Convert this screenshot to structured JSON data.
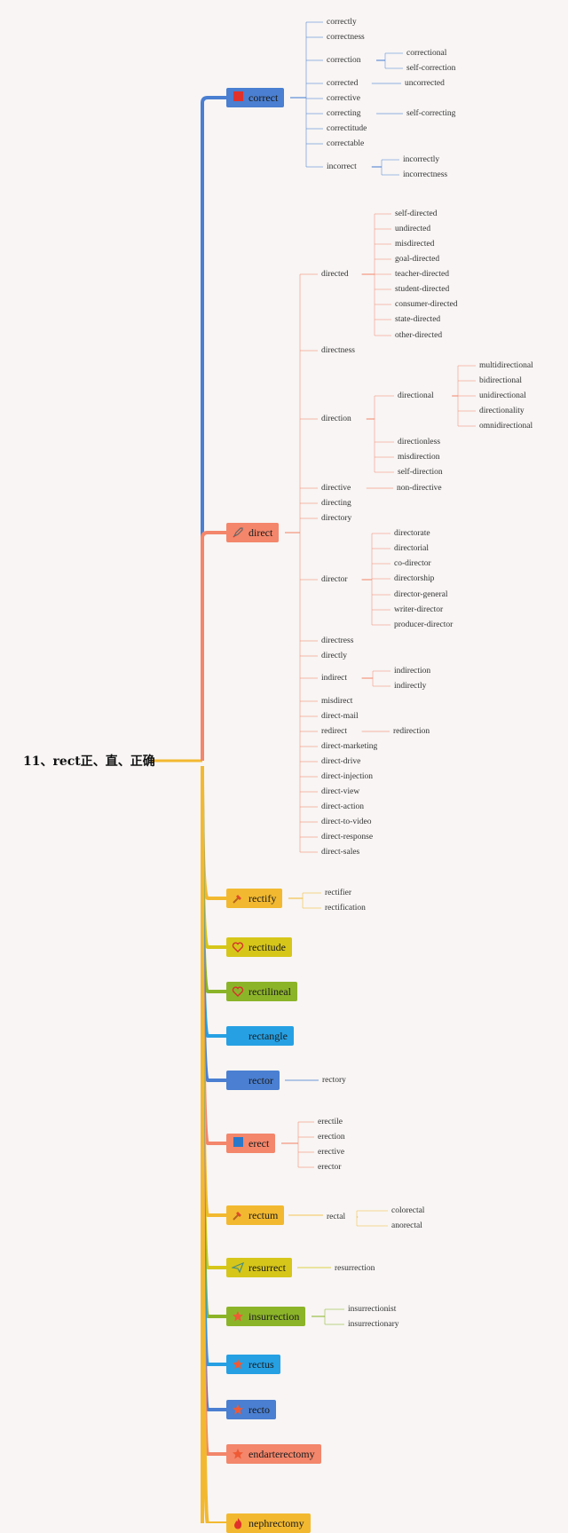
{
  "root": {
    "label": "11、rect正、直、正确"
  },
  "colors": {
    "trunk": "#f2b930",
    "c1": "#4a7fd1",
    "c2": "#f3866b",
    "c3": "#f2b930",
    "c4": "#d6c61a",
    "c5": "#8cb429",
    "c6": "#26a0e3"
  },
  "branches": [
    {
      "label": "correct",
      "color": "#4a7fd1",
      "icon": "square",
      "children": [
        {
          "label": "correctly"
        },
        {
          "label": "correctness"
        },
        {
          "label": "correction",
          "children": [
            {
              "label": "correctional"
            },
            {
              "label": "self-correction"
            }
          ]
        },
        {
          "label": "corrected",
          "children": [
            {
              "label": "uncorrected"
            }
          ]
        },
        {
          "label": "corrective"
        },
        {
          "label": "correcting",
          "children": [
            {
              "label": "self-correcting"
            }
          ]
        },
        {
          "label": "correctitude"
        },
        {
          "label": "correctable"
        },
        {
          "label": "incorrect",
          "children": [
            {
              "label": "incorrectly"
            },
            {
              "label": "incorrectness"
            }
          ]
        }
      ]
    },
    {
      "label": "direct",
      "color": "#f3866b",
      "icon": "rocket",
      "children": [
        {
          "label": "directed",
          "children": [
            {
              "label": "self-directed"
            },
            {
              "label": "undirected"
            },
            {
              "label": "misdirected"
            },
            {
              "label": "goal-directed"
            },
            {
              "label": "teacher-directed"
            },
            {
              "label": "student-directed"
            },
            {
              "label": "consumer-directed"
            },
            {
              "label": "state-directed"
            },
            {
              "label": "other-directed"
            }
          ]
        },
        {
          "label": "directness"
        },
        {
          "label": "direction",
          "children": [
            {
              "label": "directional",
              "children": [
                {
                  "label": "multidirectional"
                },
                {
                  "label": "bidirectional"
                },
                {
                  "label": "unidirectional"
                },
                {
                  "label": "directionality"
                },
                {
                  "label": "omnidirectional"
                }
              ]
            },
            {
              "label": "directionless"
            },
            {
              "label": "misdirection"
            },
            {
              "label": "self-direction"
            }
          ]
        },
        {
          "label": "directive",
          "children": [
            {
              "label": "non-directive"
            }
          ]
        },
        {
          "label": "directing"
        },
        {
          "label": "directory"
        },
        {
          "label": "director",
          "children": [
            {
              "label": "directorate"
            },
            {
              "label": "directorial"
            },
            {
              "label": "co-director"
            },
            {
              "label": "directorship"
            },
            {
              "label": "director-general"
            },
            {
              "label": "writer-director"
            },
            {
              "label": "producer-director"
            }
          ]
        },
        {
          "label": "directress"
        },
        {
          "label": "directly"
        },
        {
          "label": "indirect",
          "children": [
            {
              "label": "indirection"
            },
            {
              "label": "indirectly"
            }
          ]
        },
        {
          "label": "misdirect"
        },
        {
          "label": "direct-mail"
        },
        {
          "label": "redirect",
          "children": [
            {
              "label": "redirection"
            }
          ]
        },
        {
          "label": "direct-marketing"
        },
        {
          "label": "direct-drive"
        },
        {
          "label": "direct-injection"
        },
        {
          "label": "direct-view"
        },
        {
          "label": "direct-action"
        },
        {
          "label": "direct-to-video"
        },
        {
          "label": "direct-response"
        },
        {
          "label": "direct-sales"
        }
      ]
    },
    {
      "label": "rectify",
      "color": "#f2b930",
      "icon": "hammer",
      "children": [
        {
          "label": "rectifier"
        },
        {
          "label": "rectification"
        }
      ]
    },
    {
      "label": "rectitude",
      "color": "#d6c61a",
      "icon": "heart",
      "children": []
    },
    {
      "label": "rectilineal",
      "color": "#8cb429",
      "icon": "heart",
      "children": []
    },
    {
      "label": "rectangle",
      "color": "#26a0e3",
      "icon": "none",
      "children": []
    },
    {
      "label": "rector",
      "color": "#4a7fd1",
      "icon": "none",
      "children": [
        {
          "label": "rectory"
        }
      ]
    },
    {
      "label": "erect",
      "color": "#f3866b",
      "icon": "bluesquare",
      "children": [
        {
          "label": "erectile"
        },
        {
          "label": "erection"
        },
        {
          "label": "erective"
        },
        {
          "label": "erector"
        }
      ]
    },
    {
      "label": "rectum",
      "color": "#f2b930",
      "icon": "hammer",
      "children": [
        {
          "label": "rectal",
          "children": [
            {
              "label": "colorectal"
            },
            {
              "label": "anorectal"
            }
          ]
        }
      ]
    },
    {
      "label": "resurrect",
      "color": "#d6c61a",
      "icon": "plane",
      "children": [
        {
          "label": "resurrection"
        }
      ]
    },
    {
      "label": "insurrection",
      "color": "#8cb429",
      "icon": "star",
      "children": [
        {
          "label": "insurrectionist"
        },
        {
          "label": "insurrectionary"
        }
      ]
    },
    {
      "label": "rectus",
      "color": "#26a0e3",
      "icon": "star",
      "children": []
    },
    {
      "label": "recto",
      "color": "#4a7fd1",
      "icon": "star",
      "children": []
    },
    {
      "label": "endarterectomy",
      "color": "#f3866b",
      "icon": "star",
      "children": []
    },
    {
      "label": "nephrectomy",
      "color": "#f2b930",
      "icon": "flame",
      "children": []
    }
  ]
}
